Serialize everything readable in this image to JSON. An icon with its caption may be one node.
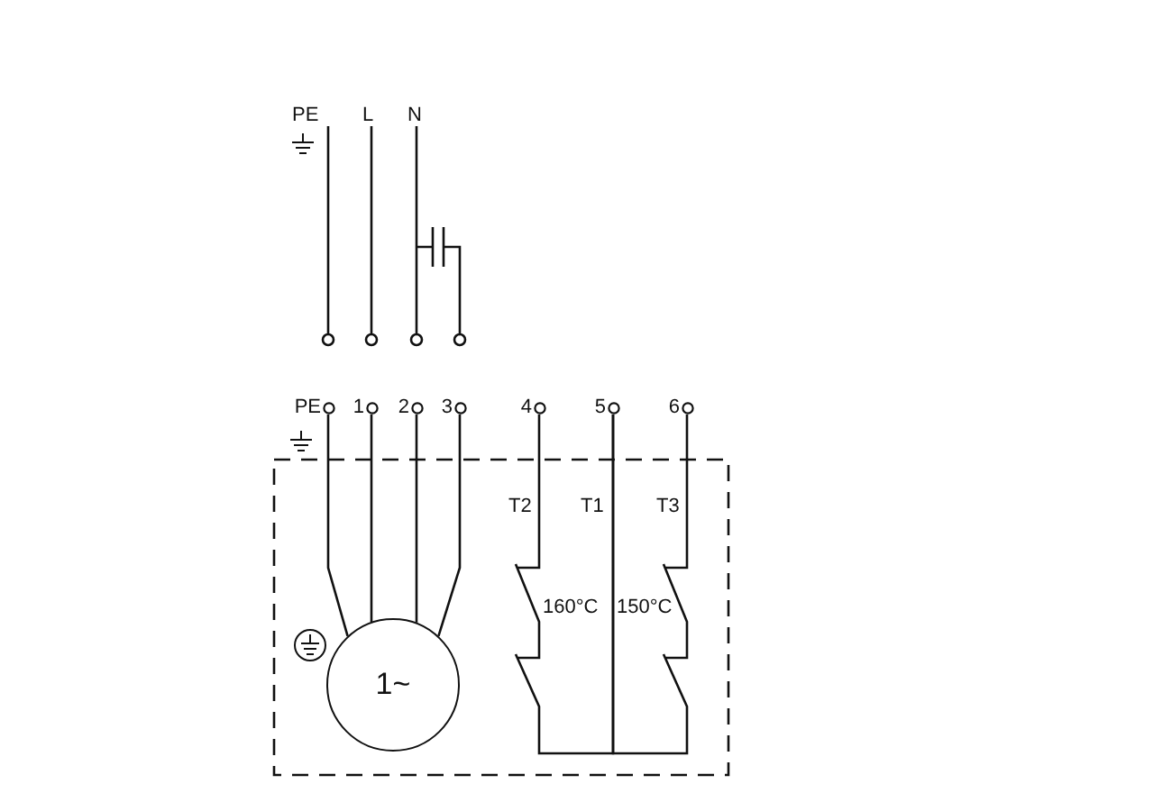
{
  "diagram": {
    "nodes": [
      {
        "text": [
          "PE"
        ]
      },
      {
        "text": [
          "1"
        ]
      },
      {
        "text": [
          "2"
        ]
      },
      {
        "text": [
          "3"
        ]
      },
      {
        "text": [
          "4"
        ]
      },
      {
        "text": [
          "5"
        ]
      },
      {
        "text": [
          "6"
        ]
      },
      {
        "text": [
          "1~"
        ]
      }
    ],
    "edges": [
      {
        "from": 0,
        "to": 7,
        "arrow": "none"
      },
      {
        "from": 1,
        "to": 7,
        "arrow": "none"
      },
      {
        "from": 2,
        "to": 7,
        "arrow": "none"
      },
      {
        "from": 3,
        "to": 7,
        "arrow": "none"
      },
      {
        "from": 4,
        "to": 5,
        "arrow": "none"
      },
      {
        "from": 6,
        "to": 5,
        "arrow": "none"
      }
    ],
    "labels": [
      "PE",
      "L",
      "N",
      "T2",
      "T1",
      "T3",
      "160°C",
      "150°C"
    ]
  }
}
